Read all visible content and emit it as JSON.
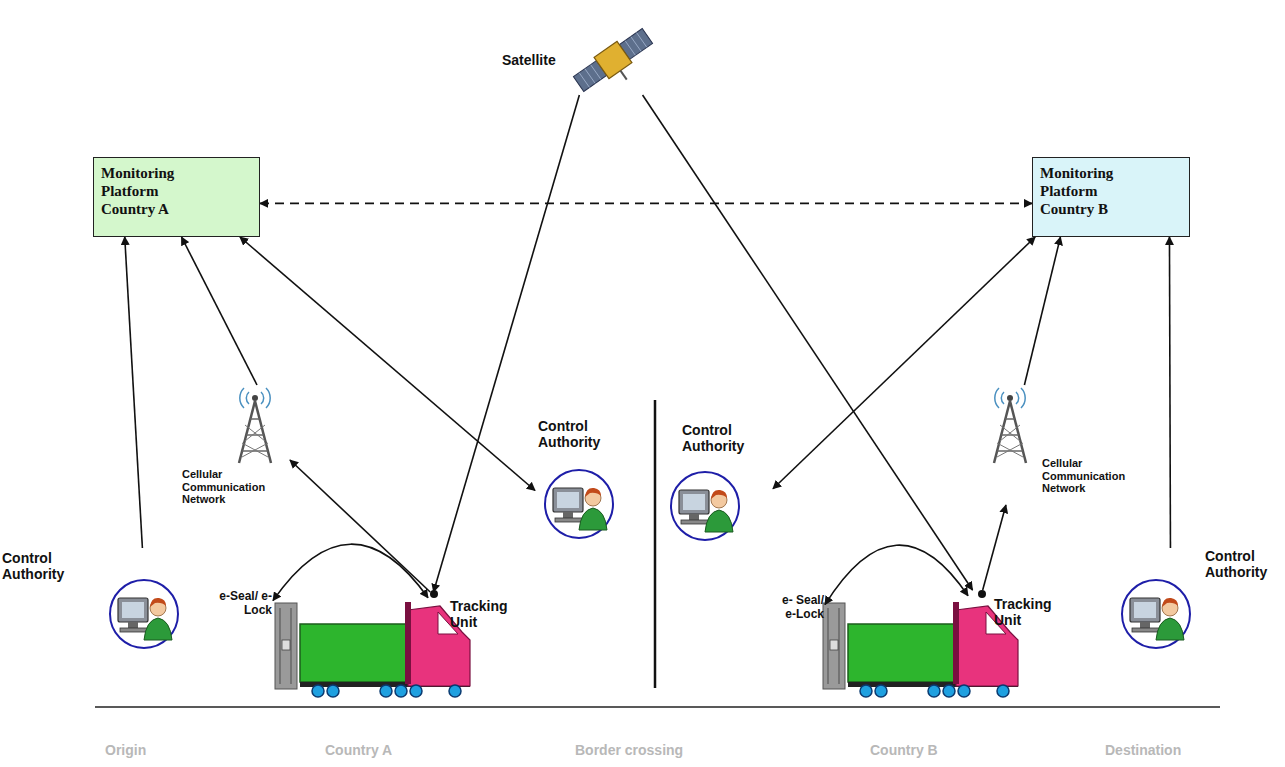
{
  "diagram": {
    "nodes": [
      {
        "text": [
          "Satellite"
        ]
      },
      {
        "text": [
          "Monitoring Platform Country A"
        ]
      },
      {
        "text": [
          "Monitoring Platform Country B"
        ]
      },
      {
        "text": [
          "Cellular Communication Network"
        ]
      },
      {
        "text": [
          "Control Authority"
        ]
      },
      {
        "text": [
          "Control Authority"
        ]
      },
      {
        "text": [
          "Cellular Communication Network"
        ]
      },
      {
        "text": [
          "Control Authority"
        ]
      },
      {
        "text": [
          "e-Seal/ e-Lock"
        ]
      },
      {
        "text": [
          "Tracking Unit"
        ]
      },
      {
        "text": [
          "e- Seal/ e-Lock"
        ]
      },
      {
        "text": [
          "Tracking Unit"
        ]
      },
      {
        "text": [
          "Control Authority"
        ]
      }
    ],
    "edges": [
      {
        "from": 1,
        "to": 2,
        "arrow": "both"
      },
      {
        "from": 7,
        "to": 1,
        "arrow": "to"
      },
      {
        "from": 3,
        "to": 1,
        "arrow": "to"
      },
      {
        "from": 1,
        "to": 4,
        "arrow": "both"
      },
      {
        "from": 0,
        "to": 9,
        "arrow": "to"
      },
      {
        "from": 9,
        "to": 3,
        "arrow": "to"
      },
      {
        "from": 9,
        "to": 8,
        "arrow": "both"
      },
      {
        "from": 0,
        "to": 11,
        "arrow": "to"
      },
      {
        "from": 11,
        "to": 6,
        "arrow": "to"
      },
      {
        "from": 6,
        "to": 2,
        "arrow": "to"
      },
      {
        "from": 5,
        "to": 2,
        "arrow": "both"
      },
      {
        "from": 12,
        "to": 2,
        "arrow": "to"
      },
      {
        "from": 11,
        "to": 10,
        "arrow": "both"
      }
    ],
    "labels": [
      "Origin",
      "Country A",
      "Border crossing",
      "Country B",
      "Destination"
    ]
  }
}
